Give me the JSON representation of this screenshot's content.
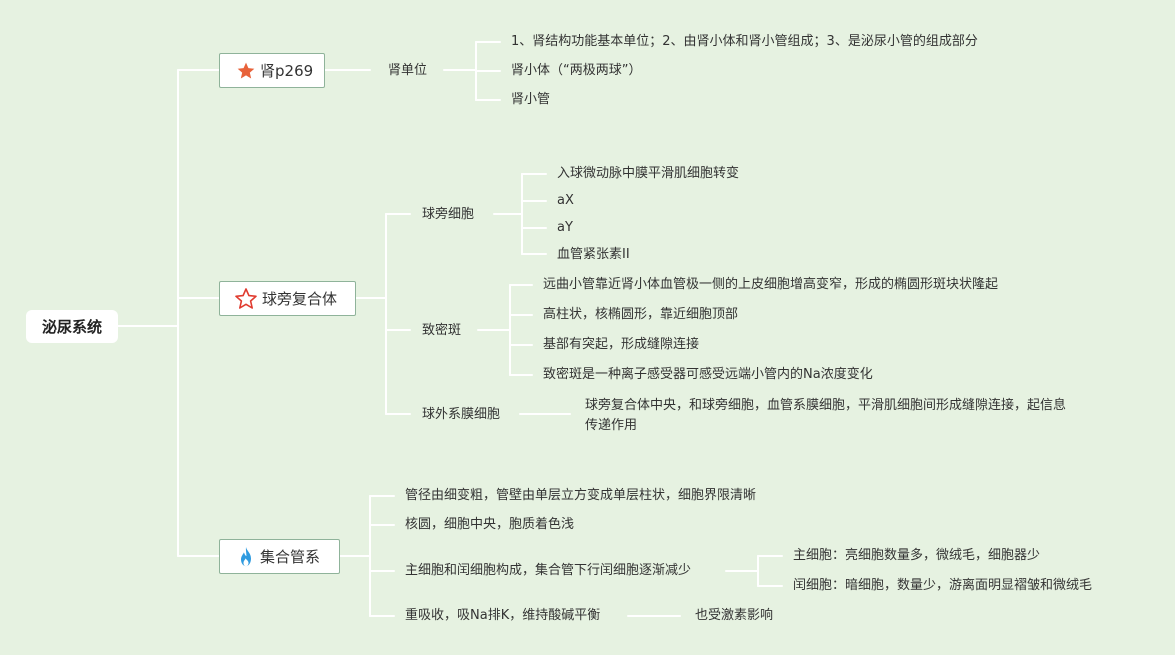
{
  "root": "泌尿系统",
  "kidney": {
    "label": "肾p269",
    "unit": "肾单位",
    "items": [
      "1、肾结构功能基本单位；2、由肾小体和肾小管组成；3、是泌尿小管的组成部分",
      "肾小体（“两极两球”）",
      "肾小管"
    ]
  },
  "jga": {
    "label": "球旁复合体",
    "jg_cell": {
      "label": "球旁细胞",
      "items": [
        "入球微动脉中膜平滑肌细胞转变",
        "aX",
        "aY",
        "血管紧张素II"
      ]
    },
    "macula": {
      "label": "致密斑",
      "items": [
        "远曲小管靠近肾小体血管极一侧的上皮细胞增高变窄，形成的椭圆形斑块状隆起",
        "高柱状，核椭圆形，靠近细胞顶部",
        "基部有突起，形成缝隙连接",
        "致密斑是一种离子感受器可感受远端小管内的Na浓度变化"
      ]
    },
    "mesangial": {
      "label": "球外系膜细胞",
      "desc": "球旁复合体中央，和球旁细胞，血管系膜细胞，平滑肌细胞间形成缝隙连接，起信息传递作用"
    }
  },
  "collecting": {
    "label": "集合管系",
    "items": [
      "管径由细变粗，管壁由单层立方变成单层柱状，细胞界限清晰",
      "核圆，细胞中央，胞质着色浅",
      "主细胞和闰细胞构成，集合管下行闰细胞逐渐减少",
      "重吸收，吸Na排K，维持酸碱平衡"
    ],
    "cells": [
      "主细胞：亮细胞数量多，微绒毛，细胞器少",
      "闰细胞：暗细胞，数量少，游离面明显褶皱和微绒毛"
    ],
    "note": "也受激素影响"
  },
  "colors": {
    "background": "#e6f2e1",
    "line": "#ffffff",
    "node_border": "#8fb39a",
    "star_filled": "#e8623a",
    "star_outline": "#e03b2f",
    "flame": "#2f9be0"
  },
  "icons": [
    "star-filled-icon",
    "star-outline-icon",
    "flame-icon"
  ]
}
